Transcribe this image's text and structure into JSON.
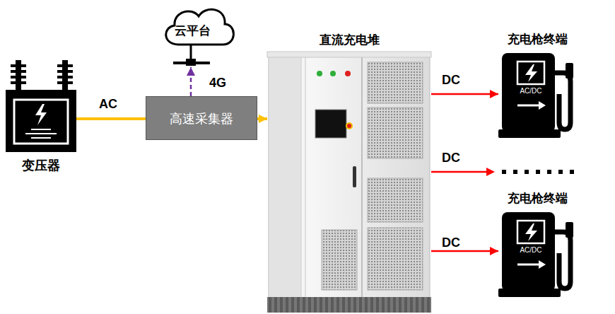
{
  "diagram": {
    "nodes": [
      {
        "text": [
          "变压器"
        ]
      },
      {
        "text": [
          "高速采集器"
        ]
      },
      {
        "text": [
          "云平台"
        ]
      },
      {
        "text": [
          "直流充电堆"
        ]
      },
      {
        "text": [
          "充电枪终端",
          "AC/DC"
        ]
      },
      {
        "text": [
          "充电枪终端",
          "AC/DC"
        ]
      }
    ],
    "edges": [
      {
        "from": 0,
        "to": 1,
        "label": "AC",
        "arrow": "none"
      },
      {
        "from": 1,
        "to": 2,
        "label": "4G",
        "arrow": "to"
      },
      {
        "from": 1,
        "to": 3,
        "arrow": "to"
      },
      {
        "from": 3,
        "to": 4,
        "label": "DC",
        "arrow": "to"
      },
      {
        "from": 3,
        "to": 5,
        "label": "DC",
        "arrow": "to"
      }
    ],
    "labels": [
      "DC"
    ]
  }
}
